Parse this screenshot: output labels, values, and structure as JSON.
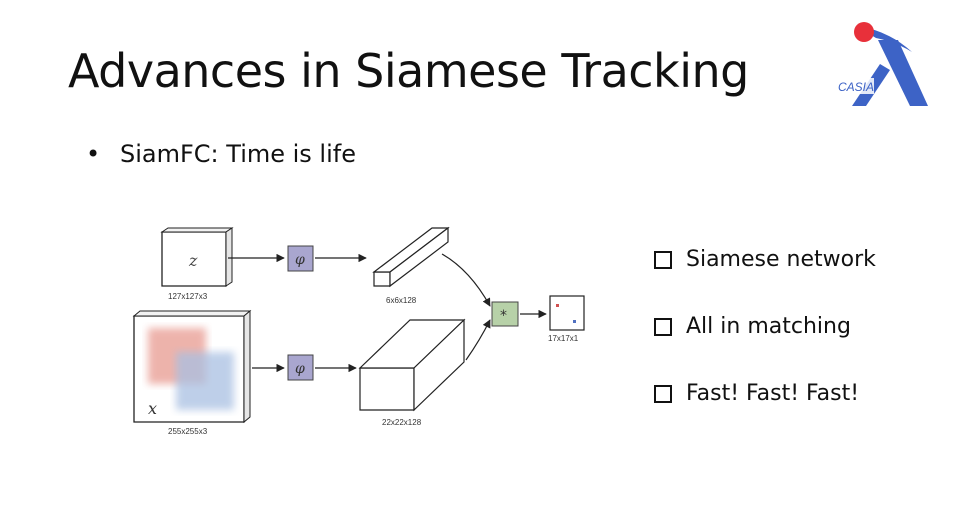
{
  "slide": {
    "title": "Advances in Siamese Tracking",
    "bullet": "SiamFC: Time is life",
    "logo_text": "CASIA",
    "checklist": [
      "Siamese network",
      "All in matching",
      "Fast! Fast! Fast!"
    ]
  },
  "diagram": {
    "exemplar_symbol": "z",
    "search_symbol": "x",
    "embedding_symbol": "φ",
    "xcorr_symbol": "*",
    "exemplar_size": "127x127x3",
    "search_size": "255x255x3",
    "exemplar_feat_size": "6x6x128",
    "search_feat_size": "22x22x128",
    "score_map_size": "17x17x1"
  },
  "colors": {
    "phi_box": "#a9a6cf",
    "xcorr_box": "#b7d1a8",
    "logo_blue": "#3d63c6",
    "logo_red": "#e8303a"
  }
}
